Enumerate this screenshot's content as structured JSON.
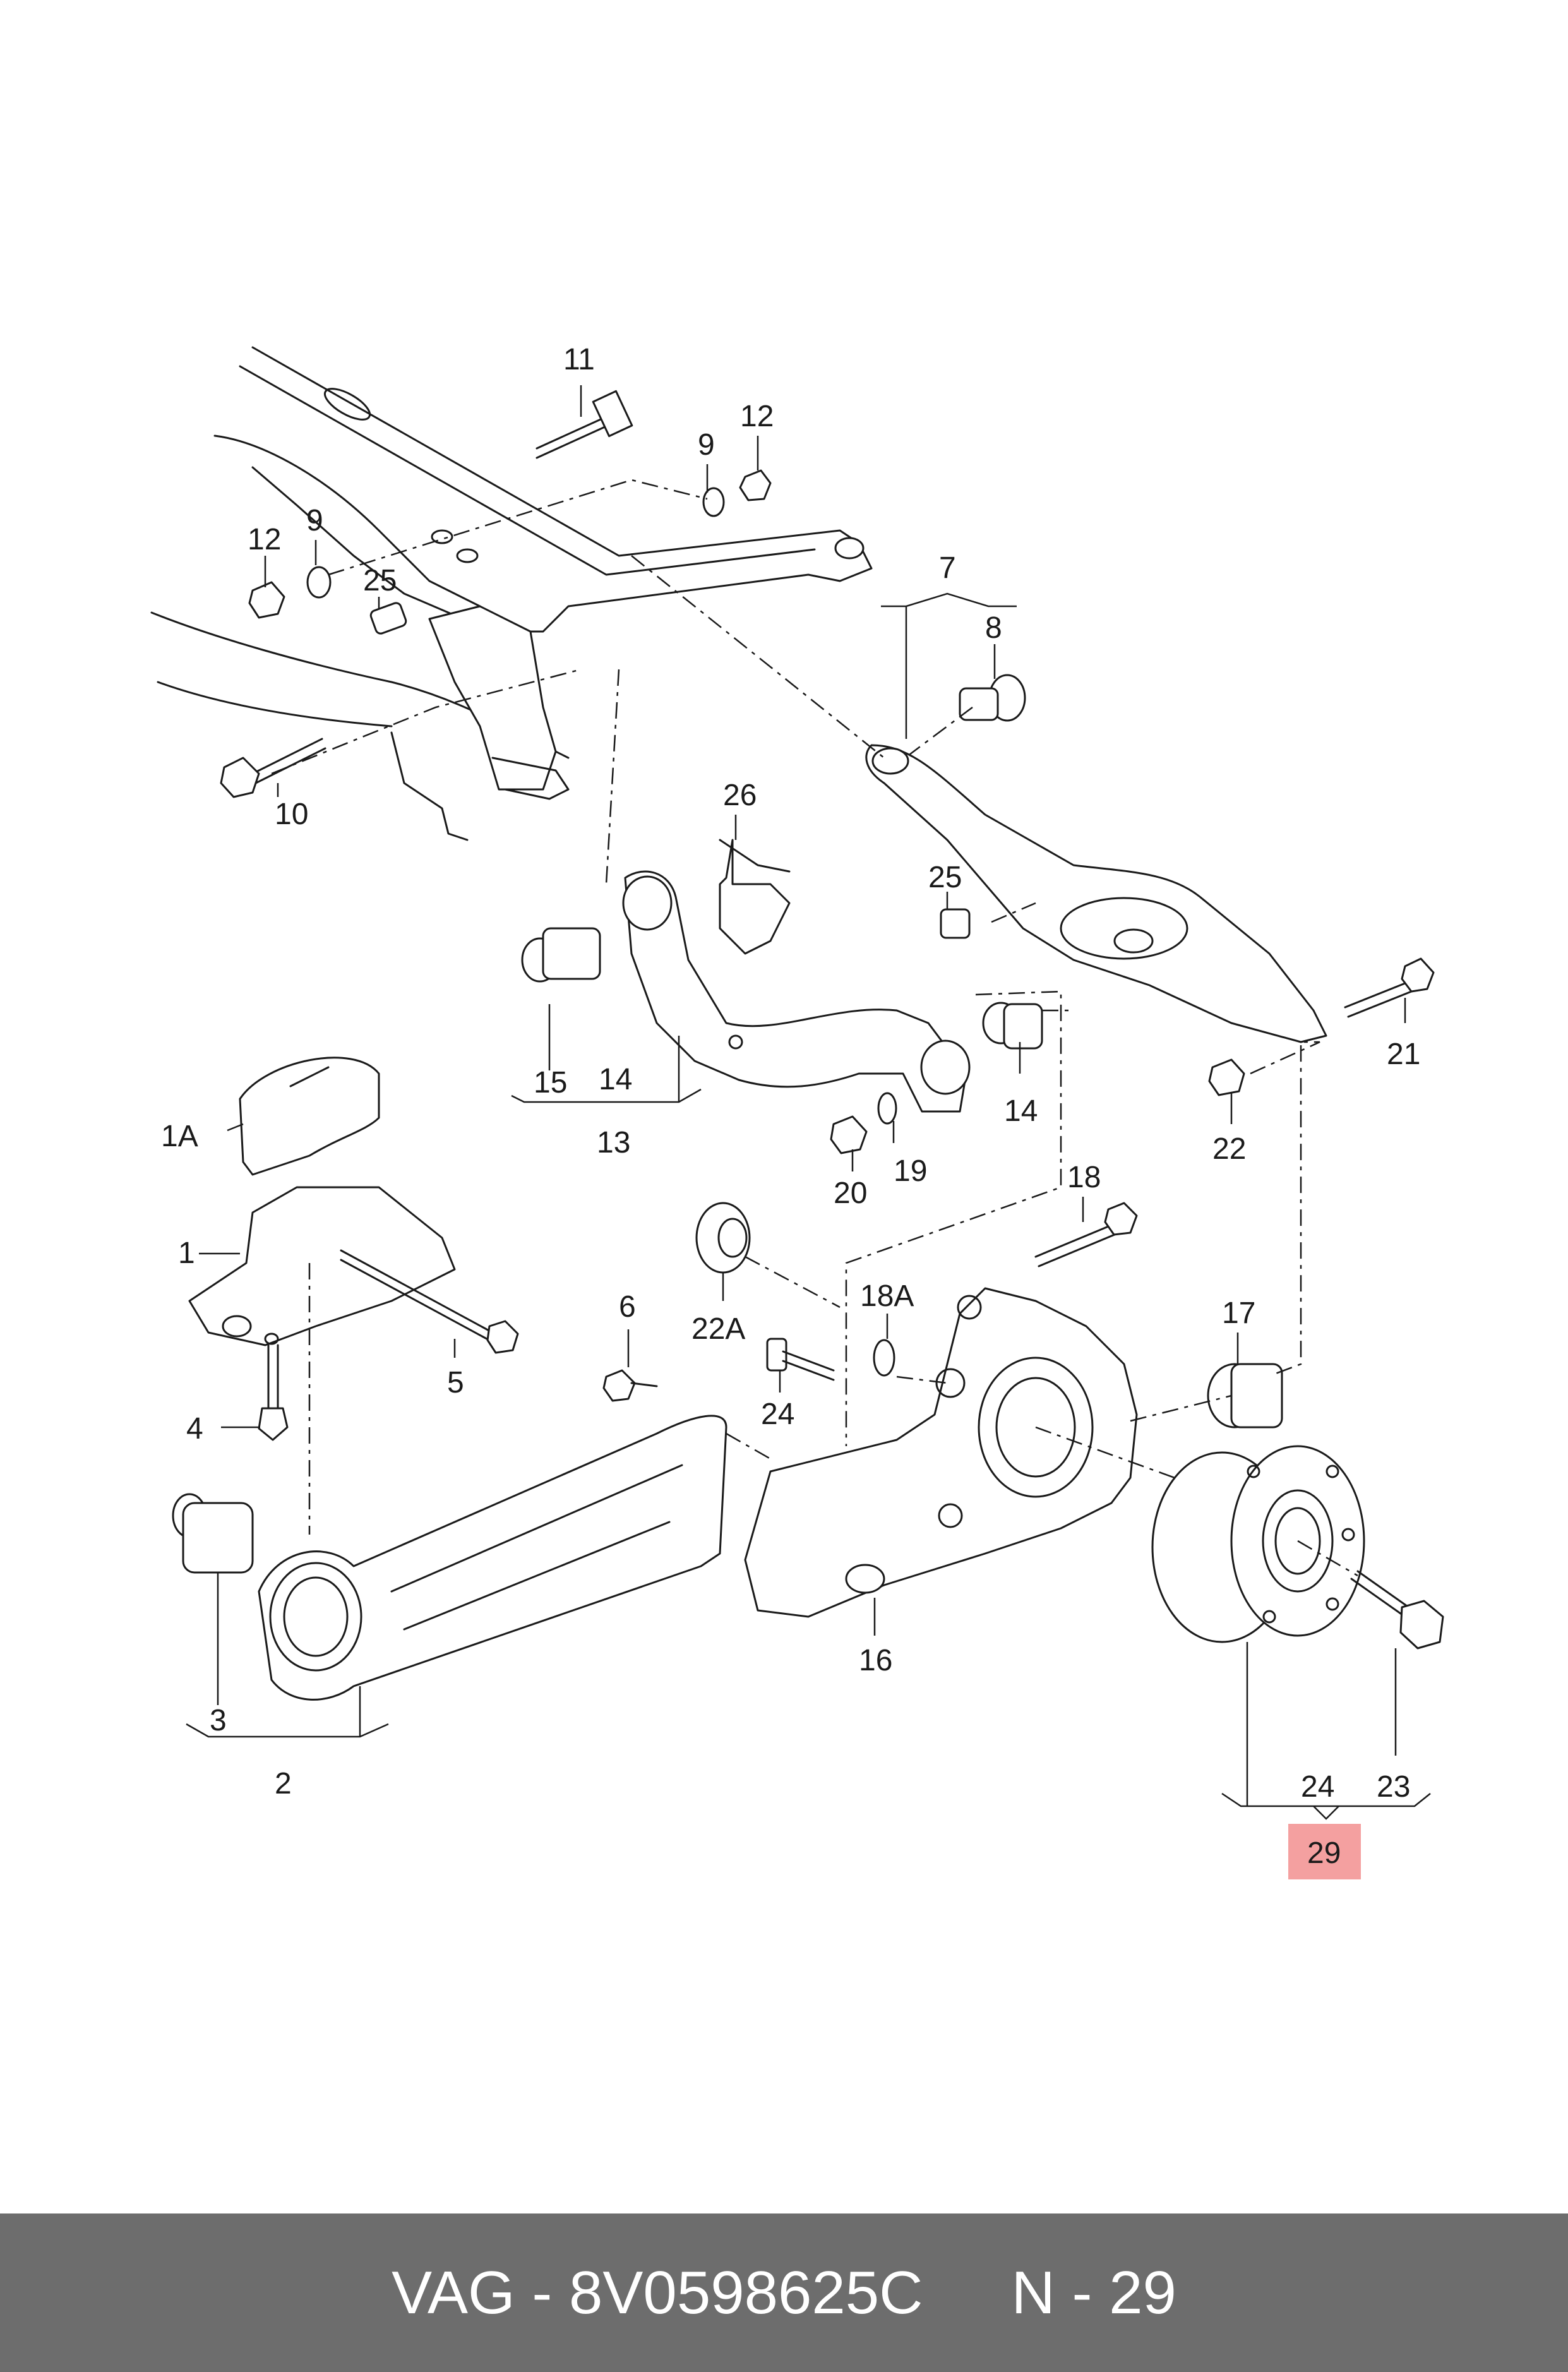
{
  "diagram": {
    "callouts": {
      "c1": "1",
      "c1A": "1A",
      "c2": "2",
      "c3": "3",
      "c4": "4",
      "c5": "5",
      "c6": "6",
      "c7": "7",
      "c8": "8",
      "c9a": "9",
      "c9b": "9",
      "c10": "10",
      "c11": "11",
      "c12a": "12",
      "c12b": "12",
      "c13": "13",
      "c14a": "14",
      "c14b": "14",
      "c15": "15",
      "c16": "16",
      "c17": "17",
      "c18": "18",
      "c18A": "18A",
      "c19": "19",
      "c20": "20",
      "c21": "21",
      "c22": "22",
      "c22A": "22A",
      "c23": "23",
      "c24a": "24",
      "c24b": "24",
      "c25a": "25",
      "c25b": "25",
      "c26": "26",
      "c29": "29"
    },
    "highlight_color": "#f4a0a0"
  },
  "footer": {
    "brand_part": "VAG - 8V0598625C",
    "ref": "N - 29",
    "background": "#6d6d6d"
  }
}
